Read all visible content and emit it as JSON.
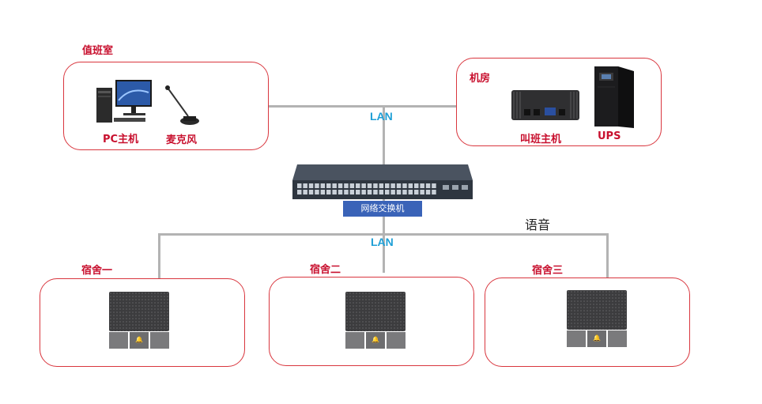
{
  "duty_room": {
    "label": "值班室",
    "pc": "PC主机",
    "mic": "麦克风"
  },
  "machine_room": {
    "label": "机房",
    "host": "叫班主机",
    "ups": "UPS"
  },
  "network": {
    "lan_top": "LAN",
    "lan_bottom": "LAN",
    "switch": "网络交换机",
    "voice": "语音"
  },
  "dorms": [
    {
      "label": "宿舍一"
    },
    {
      "label": "宿舍二"
    },
    {
      "label": "宿舍三"
    }
  ],
  "colors": {
    "accent": "#d9363e",
    "lan": "#1e9fd6",
    "switch_label_bg": "#3a63b8",
    "line": "#b3b3b3"
  }
}
